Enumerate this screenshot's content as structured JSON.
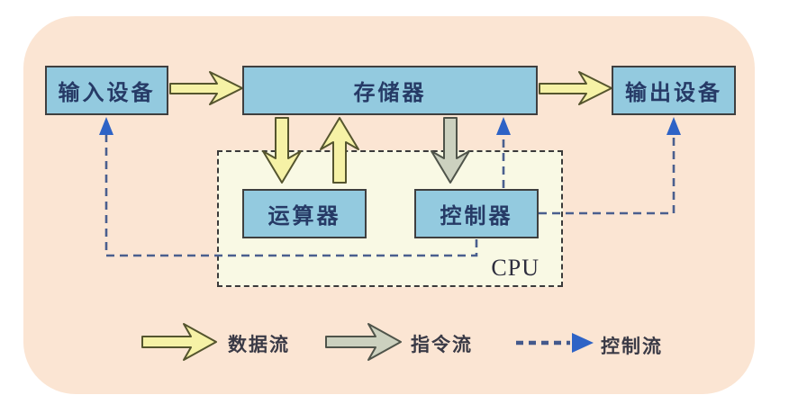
{
  "nodes": {
    "input": {
      "label": "输入设备"
    },
    "memory": {
      "label": "存储器"
    },
    "output": {
      "label": "输出设备"
    },
    "alu": {
      "label": "运算器"
    },
    "control": {
      "label": "控制器"
    }
  },
  "cpu": {
    "label": "CPU"
  },
  "legend": {
    "data_flow": {
      "label": "数据流"
    },
    "instruction_flow": {
      "label": "指令流"
    },
    "control_flow": {
      "label": "控制流"
    }
  },
  "edges": [
    {
      "from": "输入设备",
      "to": "存储器",
      "type": "数据流"
    },
    {
      "from": "存储器",
      "to": "输出设备",
      "type": "数据流"
    },
    {
      "from": "存储器",
      "to": "运算器",
      "type": "数据流"
    },
    {
      "from": "运算器",
      "to": "存储器",
      "type": "数据流"
    },
    {
      "from": "存储器",
      "to": "控制器",
      "type": "指令流"
    },
    {
      "from": "控制器",
      "to": "输入设备",
      "type": "控制流"
    },
    {
      "from": "控制器",
      "to": "输出设备",
      "type": "控制流"
    },
    {
      "from": "控制器",
      "to": "存储器",
      "type": "控制流"
    }
  ],
  "colors": {
    "panel_bg": "#fbe5d3",
    "node_fill": "#93cadf",
    "node_border": "#3f3f3f",
    "node_text": "#263a66",
    "cpu_region_fill": "#f9f9e4",
    "data_arrow_fill": "#f6f2a6",
    "instruction_arrow_fill": "#ccd1bf",
    "control_line": "#4a5f8e",
    "control_arrowhead": "#2e63c6"
  }
}
